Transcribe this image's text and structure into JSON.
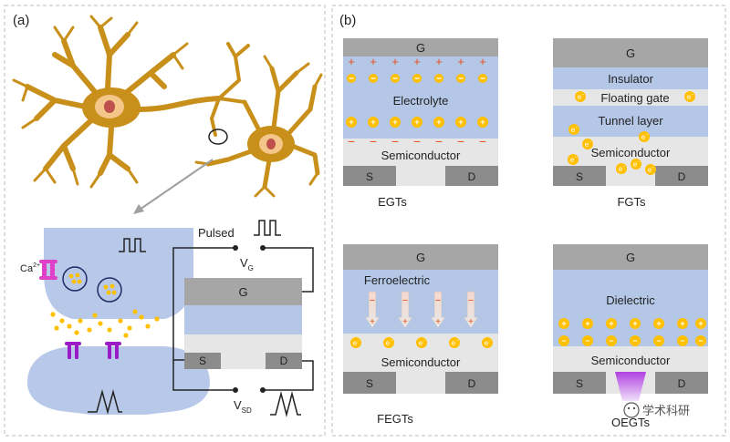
{
  "panel_a": {
    "label": "(a)",
    "ca_label_main": "Ca",
    "ca_label_sup": "2+",
    "pulsed_label": "Pulsed",
    "vg_main": "V",
    "vg_sub": "G",
    "vsd_main": "V",
    "vsd_sub": "SD",
    "gate_label": "G",
    "source_label": "S",
    "drain_label": "D"
  },
  "panel_b": {
    "label": "(b)",
    "egt": {
      "gate": "G",
      "electrolyte": "Electrolyte",
      "semiconductor": "Semiconductor",
      "source": "S",
      "drain": "D",
      "caption": "EGTs"
    },
    "fgt": {
      "gate": "G",
      "insulator": "Insulator",
      "floating_gate": "Floating gate",
      "tunnel": "Tunnel layer",
      "semiconductor": "Semiconductor",
      "source": "S",
      "drain": "D",
      "caption": "FGTs"
    },
    "fegt": {
      "gate": "G",
      "ferroelectric": "Ferroelectric",
      "semiconductor": "Semiconductor",
      "source": "S",
      "drain": "D",
      "caption": "FEGTs"
    },
    "oegt": {
      "gate": "G",
      "dielectric": "Dielectric",
      "semiconductor": "Semiconductor",
      "source": "S",
      "drain": "D",
      "caption": "OEGTs"
    }
  },
  "symbols": {
    "plus": "+",
    "minus": "−",
    "electron": "e"
  },
  "watermark": "学术科研",
  "colors": {
    "neuron": "#C8901A",
    "nucleus": "#F4C68A",
    "nucleolus": "#C0504D",
    "synapse": "#B8C8E8",
    "gate": "#A6A6A6",
    "dielectric": "#B4C7E7",
    "semiconductor": "#E6E6E6",
    "electrode": "#8C8C8C",
    "ion_yellow": "#FFC000",
    "plus_red": "#E8501A",
    "channel_pink": "#E040C8",
    "channel_purple": "#9A1CC8"
  }
}
